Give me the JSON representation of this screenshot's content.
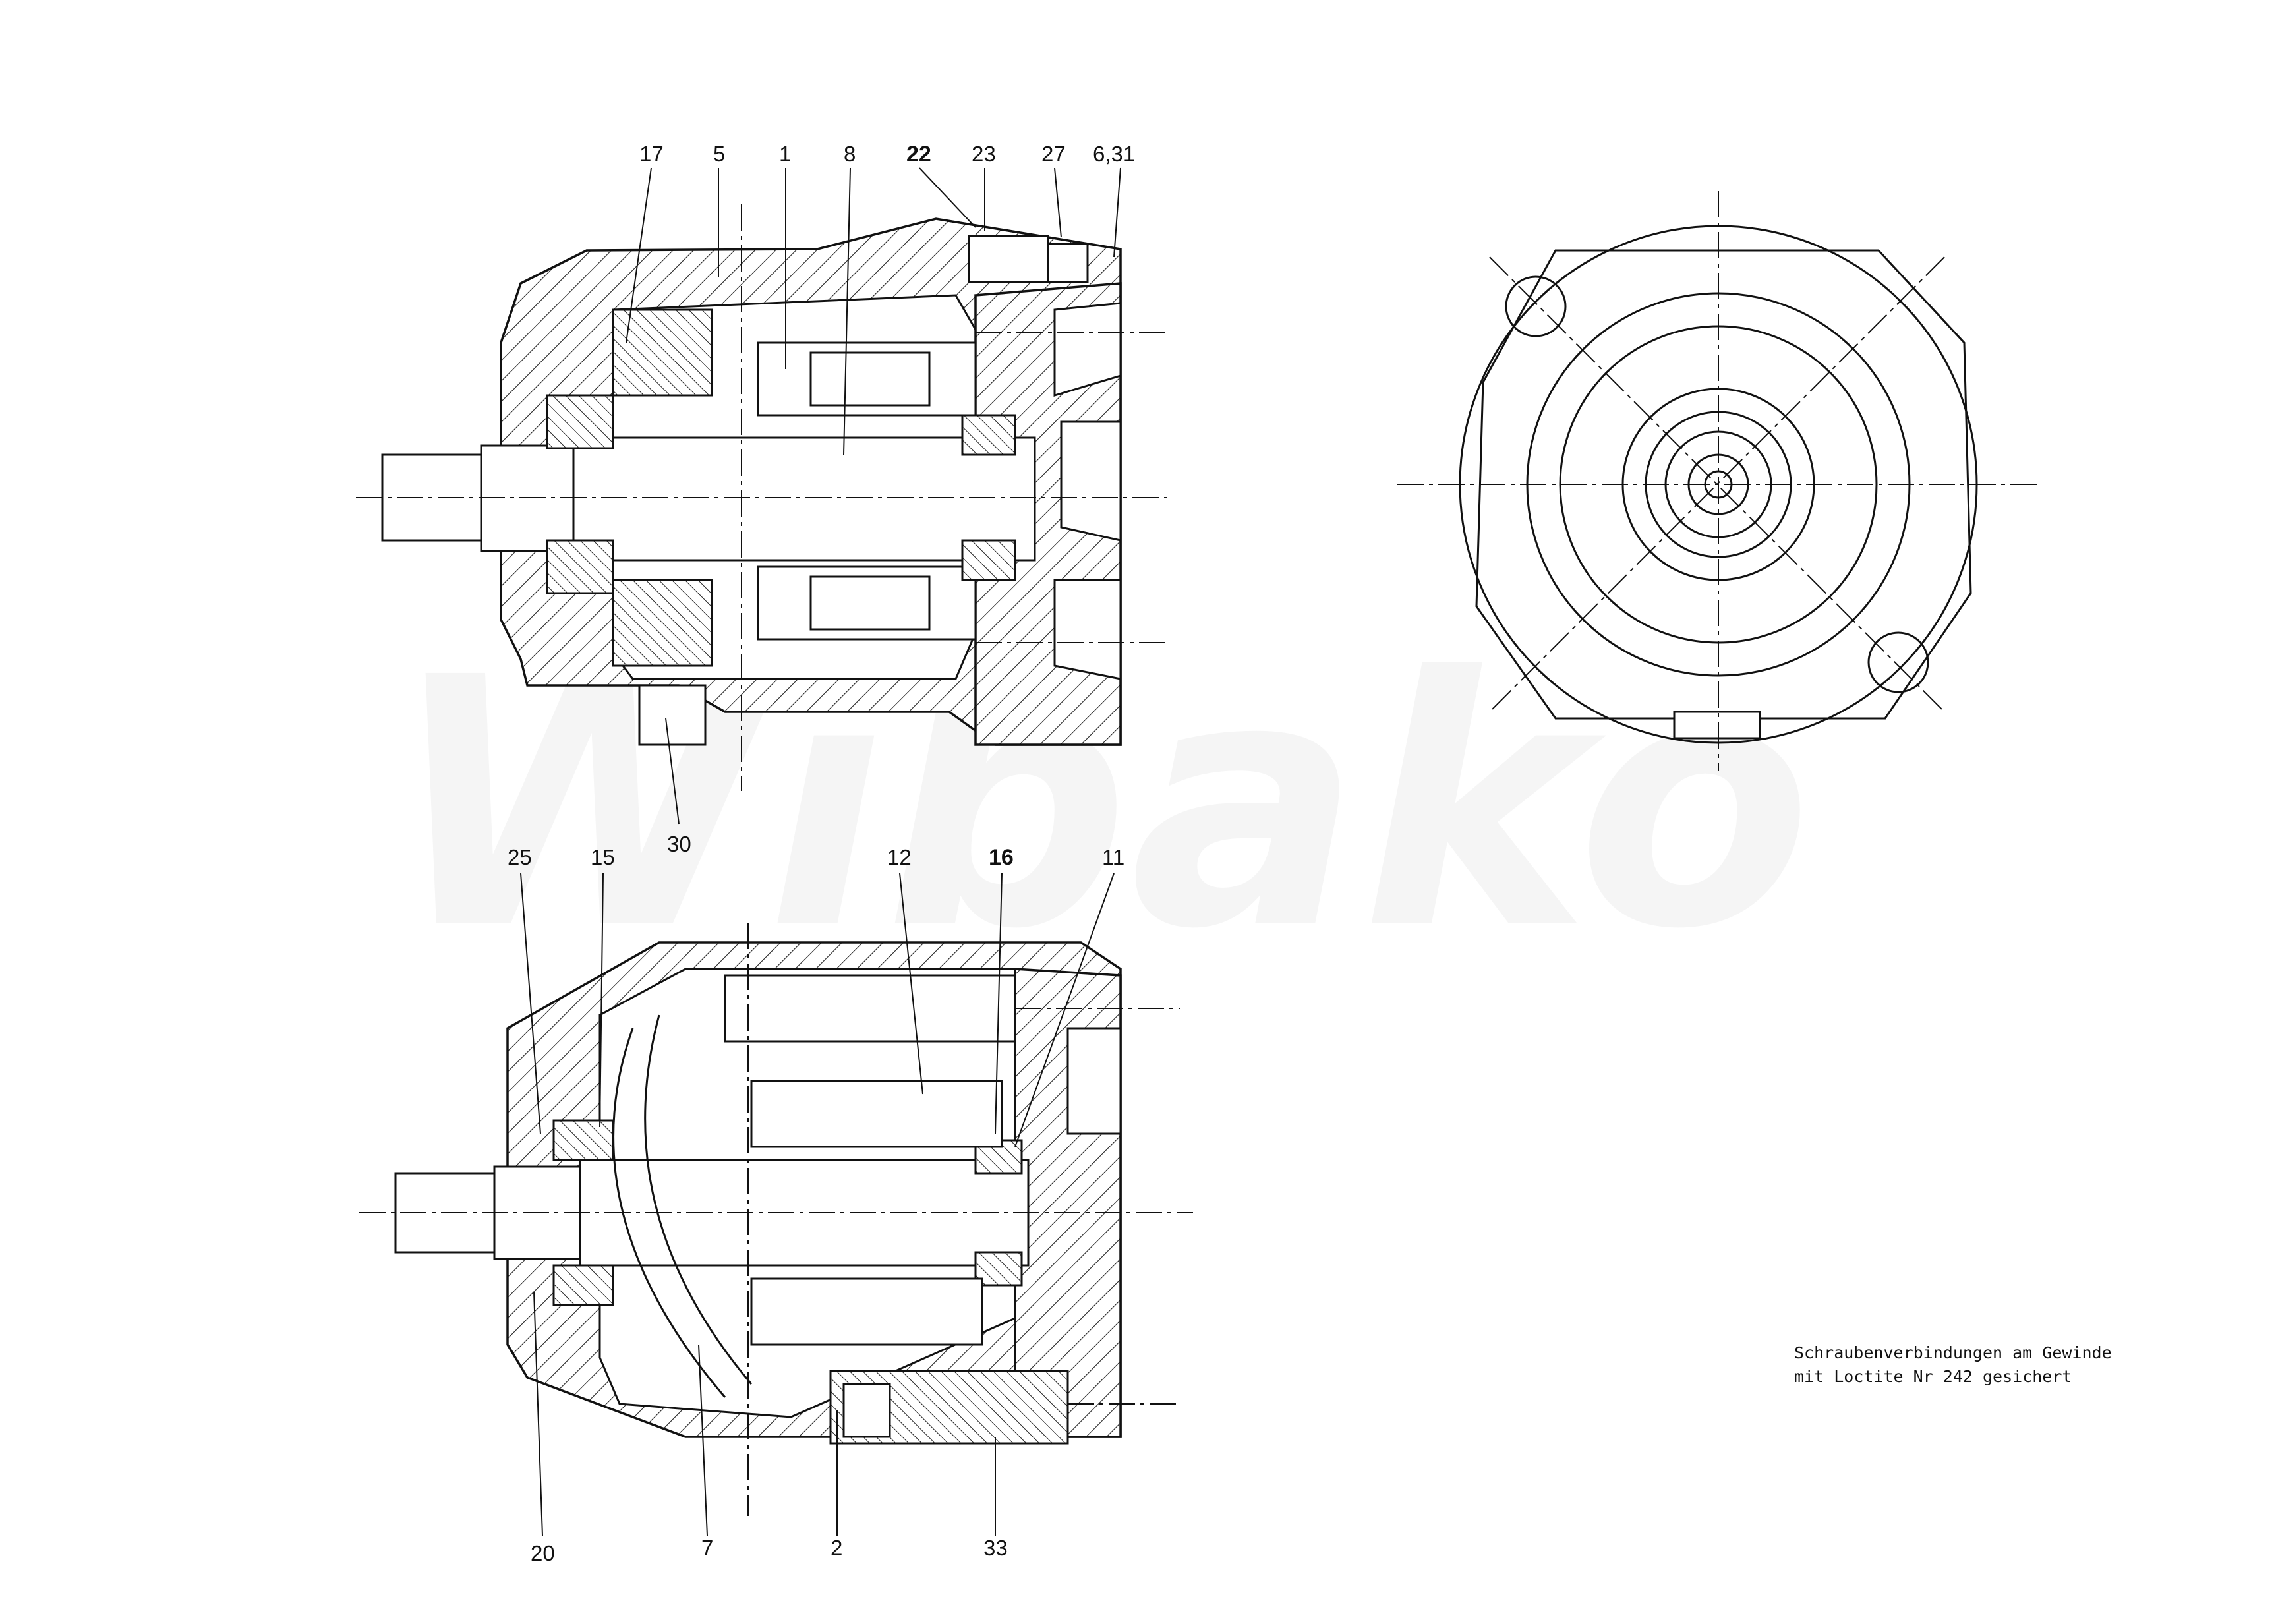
{
  "watermark": "Wibako",
  "top_view_labels": {
    "l17": "17",
    "l5": "5",
    "l1": "1",
    "l8": "8",
    "l22": "22",
    "l23": "23",
    "l27": "27",
    "l631": "6,31",
    "l30": "30"
  },
  "bottom_view_labels": {
    "l25": "25",
    "l15": "15",
    "l12": "12",
    "l16": "16",
    "l11": "11",
    "l20": "20",
    "l7": "7",
    "l2": "2",
    "l33": "33"
  },
  "note": {
    "line1": "Schraubenverbindungen am Gewinde",
    "line2": "mit Loctite Nr 242 gesichert"
  }
}
